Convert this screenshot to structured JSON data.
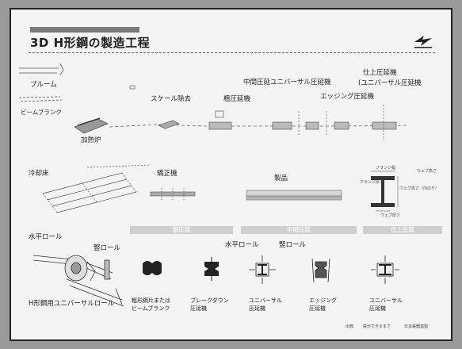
{
  "title": "3D  H形鋼の製造工程",
  "top": {
    "bloom": "ブルーム",
    "beam_blank": "ビームブランク",
    "furnace": "加熱炉",
    "descaling": "スケール除去",
    "roughing": "粗圧延機",
    "intermediate": "中間圧延ユニバーサル圧延機",
    "edging": "エッジング圧延機",
    "finishing_line1": "仕上圧延機",
    "finishing_line2": "(ユニバーサル圧延機"
  },
  "middle": {
    "cooling_bed": "冷却床",
    "straightener": "矯正機",
    "product": "製品",
    "flange_width": "フランジ幅",
    "flange_thickness": "フランジ厚さ",
    "web_height": "ウェブ高さ（内のり）",
    "height": "ウェブ高さ",
    "web_thickness": "ウェブ厚さ"
  },
  "bands": [
    "粗圧延",
    "中間圧延",
    "仕上圧延"
  ],
  "bottom": {
    "horizontal_roll": "水平ロール",
    "vertical_roll": "竪ロール",
    "horizontal_roll_2": "水平ロール",
    "vertical_roll_2": "竪ロール",
    "universal_roll": "H形鋼用ユニバーサルロール",
    "stages": [
      {
        "line1": "粗形鋼片または",
        "line2": "ビームブランク"
      },
      {
        "line1": "ブレークダウン",
        "line2": "圧延機"
      },
      {
        "line1": "ユニバーサル",
        "line2": "圧延機"
      },
      {
        "line1": "エッジング",
        "line2": "圧延機"
      },
      {
        "line1": "ユニバーサル",
        "line2": "圧延機"
      }
    ]
  },
  "footer": {
    "source_label": "出典",
    "source_1": "鉄ができるまで",
    "source_2": "日本鉄鋼連盟"
  }
}
